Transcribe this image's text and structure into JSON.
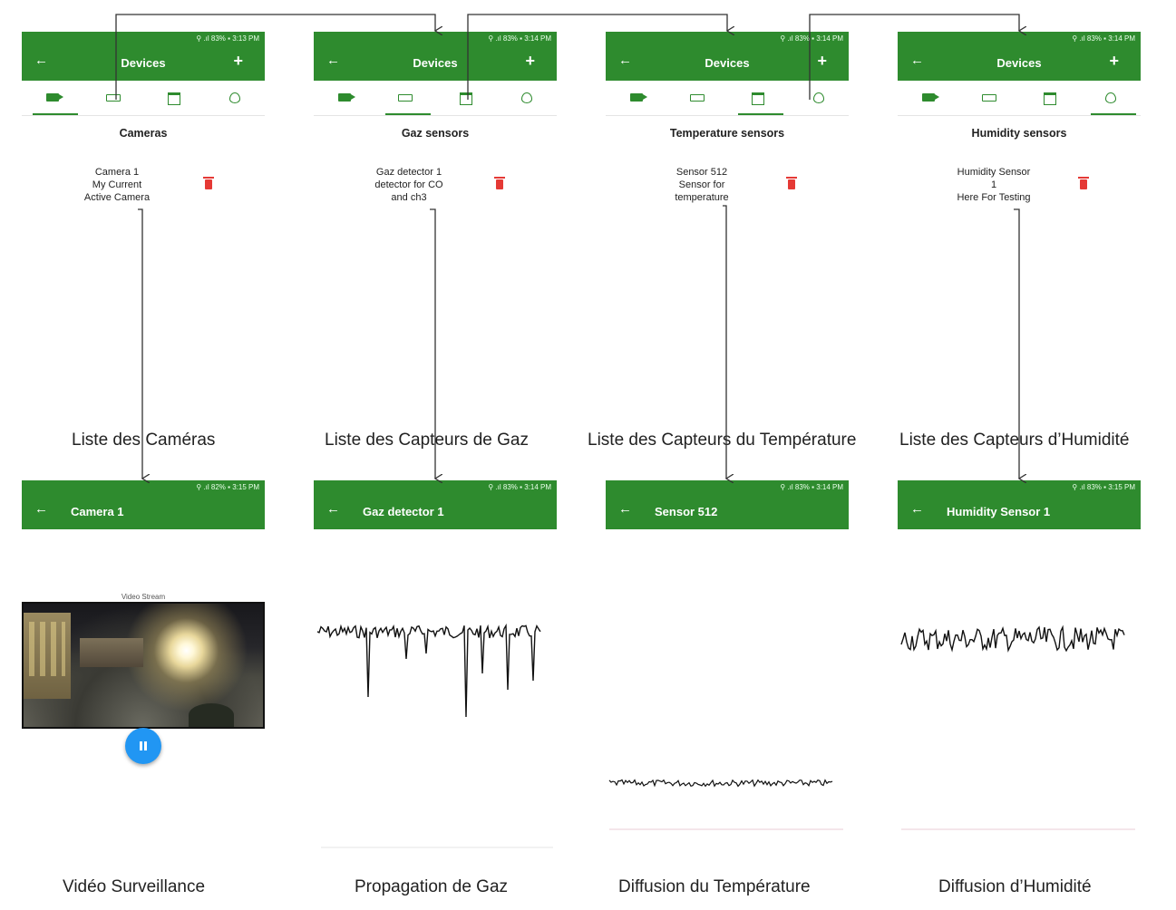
{
  "list_screens": [
    {
      "status": "⚲ .ıl 83% ▪ 3:13 PM",
      "title": "Devices",
      "active_tab": 0,
      "section": "Cameras",
      "item": "Camera 1\nMy Current\nActive Camera"
    },
    {
      "status": "⚲ .ıl 83% ▪ 3:14 PM",
      "title": "Devices",
      "active_tab": 1,
      "section": "Gaz sensors",
      "item": "Gaz detector 1\ndetector for CO\nand ch3"
    },
    {
      "status": "⚲ .ıl 83% ▪ 3:14 PM",
      "title": "Devices",
      "active_tab": 2,
      "section": "Temperature sensors",
      "item": "Sensor 512\nSensor for\ntemperature"
    },
    {
      "status": "⚲ .ıl 83% ▪ 3:14 PM",
      "title": "Devices",
      "active_tab": 3,
      "section": "Humidity sensors",
      "item": "Humidity Sensor\n1\nHere For Testing"
    }
  ],
  "detail_screens": [
    {
      "status": "⚲ .ıl 82% ▪ 3:15 PM",
      "title": "Camera 1"
    },
    {
      "status": "⚲ .ıl 83% ▪ 3:14 PM",
      "title": "Gaz detector 1"
    },
    {
      "status": "⚲ .ıl 83% ▪ 3:14 PM",
      "title": "Sensor 512"
    },
    {
      "status": "⚲ .ıl 83% ▪ 3:15 PM",
      "title": "Humidity Sensor 1"
    }
  ],
  "tab_icons": [
    "camera-icon",
    "gas-sensor-icon",
    "temperature-sensor-icon",
    "humidity-drop-icon"
  ],
  "icons": {
    "back": "←",
    "add": "+"
  },
  "list_captions": [
    "Liste des Caméras",
    "Liste des Capteurs de Gaz",
    "Liste des Capteurs du Température",
    "Liste des Capteurs d’Humidité"
  ],
  "detail_captions": [
    "Vidéo Surveillance",
    "Propagation de Gaz",
    "Diffusion du Température",
    "Diffusion d’Humidité"
  ],
  "video": {
    "label": "Video Stream"
  },
  "colors": {
    "appbar": "#2e8b2e",
    "accent": "#2e8b2e",
    "delete": "#e53935",
    "pause_button": "#2196f3"
  }
}
